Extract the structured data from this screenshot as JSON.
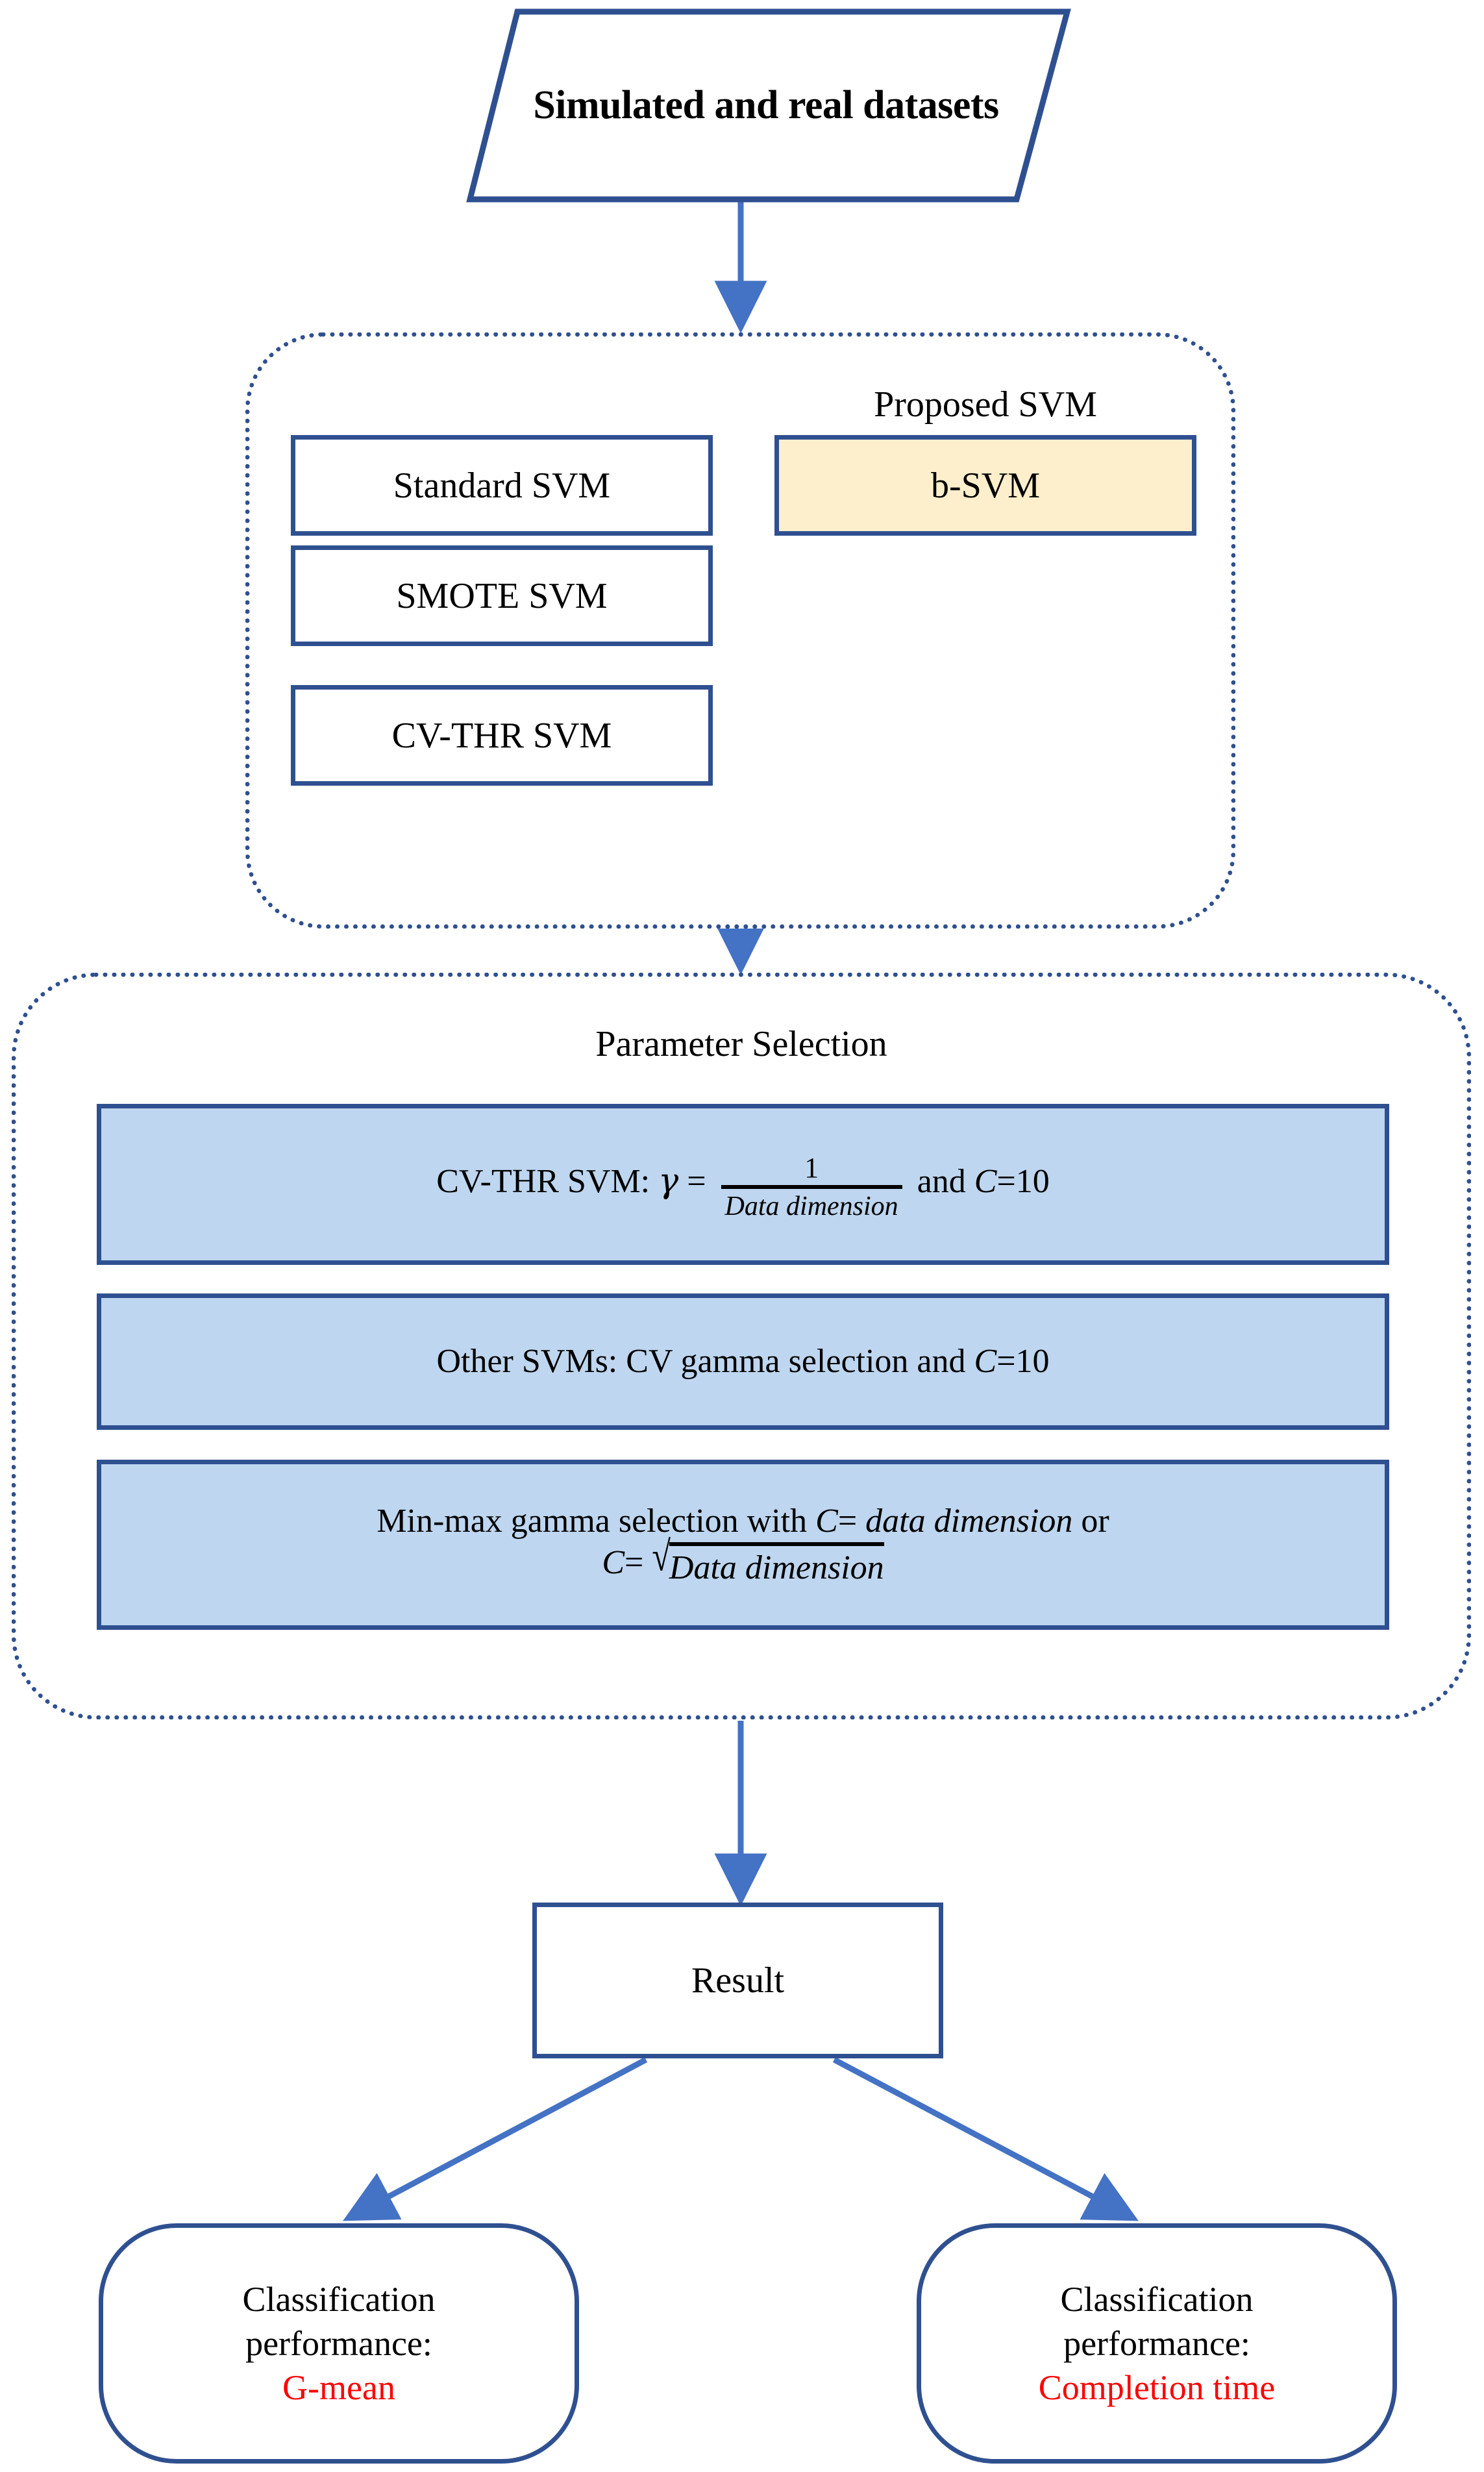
{
  "diagram": {
    "title": "SVM experimental workflow flowchart",
    "colors": {
      "node_border": "#2F5090",
      "arrow": "#4472C4",
      "proposed_fill": "#FDEFCC",
      "param_fill": "#BED6EF",
      "accent_text": "#FF0000",
      "text": "#000000",
      "background": "#FFFFFF"
    }
  },
  "input_node": {
    "label": "Simulated and real datasets",
    "shape": "parallelogram"
  },
  "models_group": {
    "baseline_boxes": [
      {
        "label": "Standard SVM"
      },
      {
        "label": "SMOTE SVM"
      },
      {
        "label": "CV-THR SVM"
      }
    ],
    "proposed_caption": "Proposed SVM",
    "proposed_box": {
      "label": "b-SVM"
    }
  },
  "parameter_selection": {
    "heading": "Parameter Selection",
    "boxes": [
      {
        "id": "cv-thr-svm",
        "prefix": "CV-THR SVM: ",
        "gamma_symbol": "γ",
        "equals": " = ",
        "fraction_numerator": "1",
        "fraction_denominator": "Data dimension",
        "suffix_and": " and ",
        "c_symbol": "C",
        "c_value": "=10",
        "plain_text": "CV-THR SVM: γ = 1/Data dimension and C=10"
      },
      {
        "id": "other-svms",
        "text_before_c": "Other SVMs: CV gamma selection and ",
        "c_symbol": "C",
        "c_value": "=10",
        "plain_text": "Other SVMs: CV gamma selection and C=10"
      },
      {
        "id": "min-max-gamma",
        "line1_before_c": "Min-max gamma selection with ",
        "line1_c_symbol": "C",
        "line1_c_equals": "= ",
        "line1_c_value": "data dimension",
        "line1_suffix": " or",
        "line2_c_symbol": "C",
        "line2_equals": "= ",
        "line2_radical": "√",
        "line2_radicand": "Data dimension",
        "plain_text": "Min-max gamma selection with C= data dimension or C= √Data dimension"
      }
    ]
  },
  "result_node": {
    "label": "Result"
  },
  "outcomes": [
    {
      "id": "g-mean",
      "line1": "Classification",
      "line2": "performance:",
      "metric": "G-mean"
    },
    {
      "id": "completion-time",
      "line1": "Classification",
      "line2": "performance:",
      "metric": "Completion time"
    }
  ],
  "edges": [
    {
      "from": "input_node",
      "to": "models_group"
    },
    {
      "from": "models_group",
      "to": "parameter_selection"
    },
    {
      "from": "parameter_selection",
      "to": "result_node"
    },
    {
      "from": "result_node",
      "to": "g-mean"
    },
    {
      "from": "result_node",
      "to": "completion-time"
    }
  ]
}
